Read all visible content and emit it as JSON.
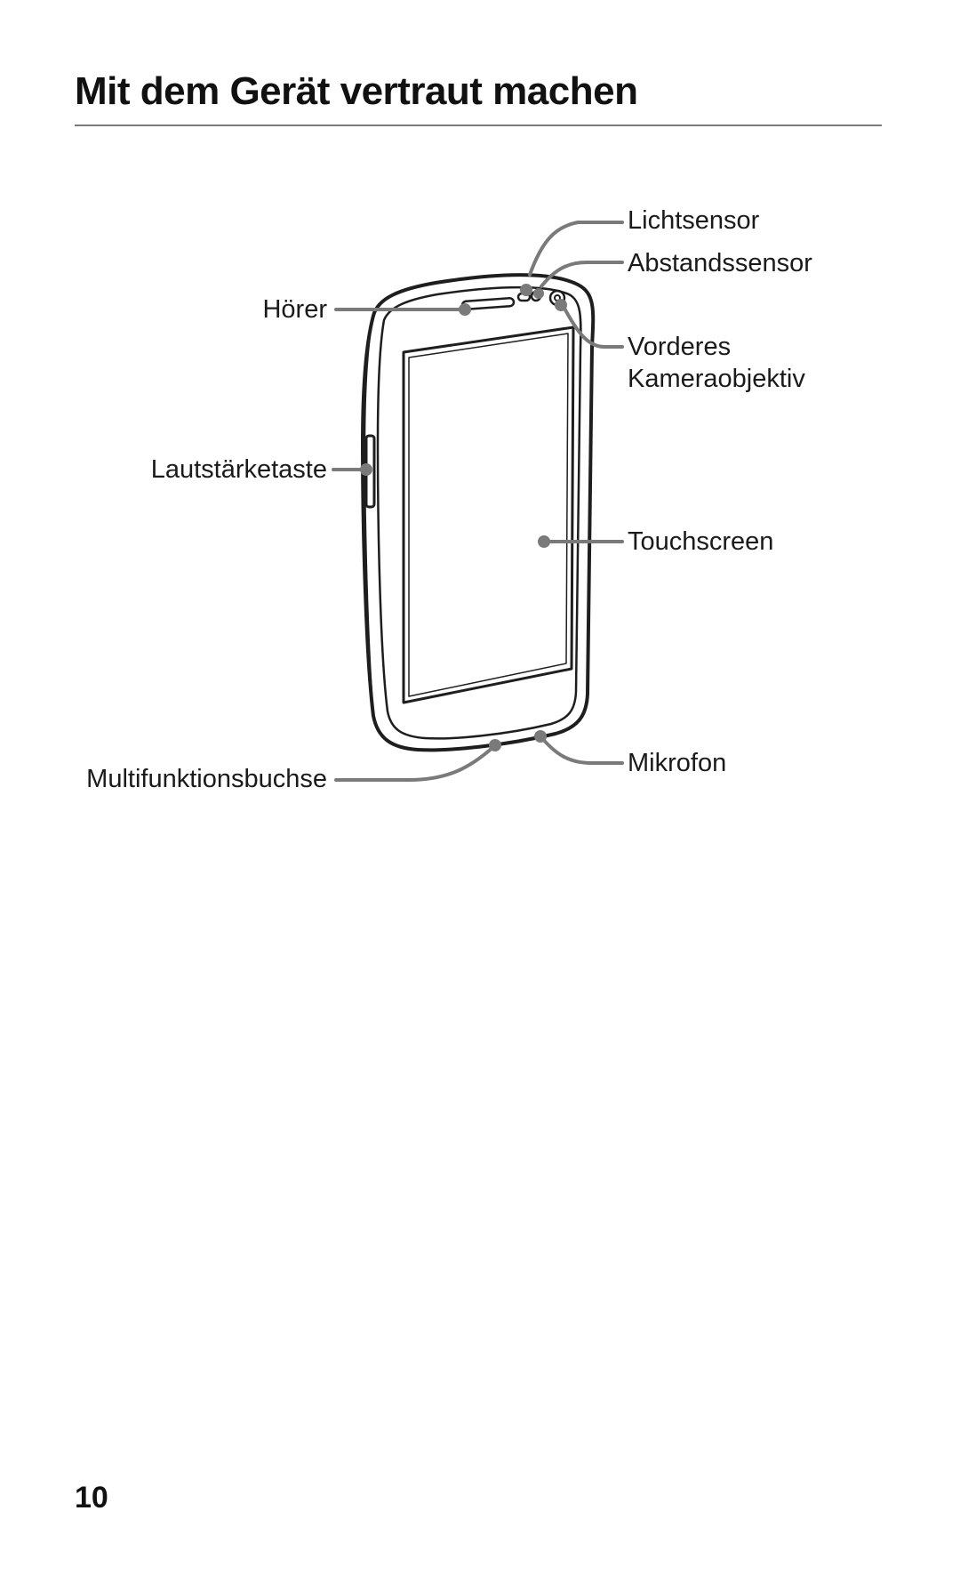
{
  "page": {
    "title": "Mit dem Gerät vertraut machen",
    "page_number": "10"
  },
  "diagram": {
    "labels": {
      "light_sensor": "Lichtsensor",
      "proximity_sensor": "Abstandssensor",
      "earpiece": "Hörer",
      "front_camera_line1": "Vorderes",
      "front_camera_line2": "Kameraobjektiv",
      "volume_key": "Lautstärketaste",
      "touchscreen": "Touchscreen",
      "multifunction_jack": "Multifunktionsbuchse",
      "microphone": "Mikrofon"
    }
  }
}
